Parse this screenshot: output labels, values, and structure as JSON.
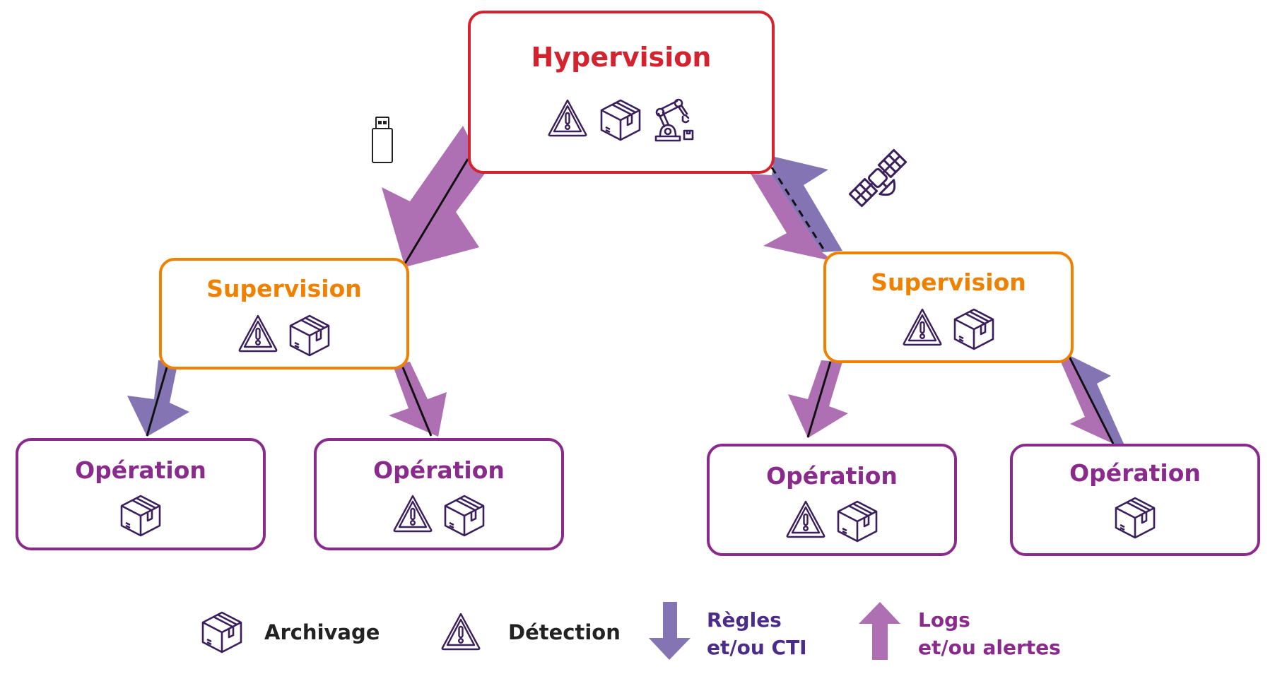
{
  "colors": {
    "hypervision": "#D4232E",
    "supervision": "#F08000",
    "operation": "#8A2A8C",
    "icon": "#3A1F5C",
    "rules_arrow": "#8574B3",
    "logs_arrow": "#AE6FB3",
    "legend_text": "#222222",
    "rules_text": "#4B2C8A",
    "logs_text": "#8A2A8C"
  },
  "nodes": {
    "hypervision": {
      "label": "Hypervision",
      "icons": [
        "warning-icon",
        "box-icon",
        "robot-arm-icon"
      ]
    },
    "supervision_left": {
      "label": "Supervision",
      "icons": [
        "warning-icon",
        "box-icon"
      ]
    },
    "supervision_right": {
      "label": "Supervision",
      "icons": [
        "warning-icon",
        "box-icon"
      ]
    },
    "operation_1": {
      "label": "Opération",
      "icons": [
        "box-icon"
      ]
    },
    "operation_2": {
      "label": "Opération",
      "icons": [
        "warning-icon",
        "box-icon"
      ]
    },
    "operation_3": {
      "label": "Opération",
      "icons": [
        "warning-icon",
        "box-icon"
      ]
    },
    "operation_4": {
      "label": "Opération",
      "icons": [
        "box-icon"
      ]
    }
  },
  "links": [
    {
      "from": "hypervision",
      "to": "supervision_left",
      "type": "logs",
      "line": "solid",
      "medium": "usb-drive-icon"
    },
    {
      "from": "hypervision",
      "to": "supervision_right",
      "type": "bidirectional",
      "line": "dashed",
      "medium": "satellite-icon"
    },
    {
      "from": "supervision_left",
      "to": "operation_1",
      "type": "rules",
      "line": "solid"
    },
    {
      "from": "supervision_left",
      "to": "operation_2",
      "type": "logs",
      "line": "solid"
    },
    {
      "from": "supervision_right",
      "to": "operation_3",
      "type": "logs",
      "line": "solid"
    },
    {
      "from": "supervision_right",
      "to": "operation_4",
      "type": "bidirectional",
      "line": "solid"
    }
  ],
  "legend": {
    "archivage": "Archivage",
    "detection": "Détection",
    "rules_line1": "Règles",
    "rules_line2": "et/ou CTI",
    "logs_line1": "Logs",
    "logs_line2": "et/ou alertes"
  }
}
